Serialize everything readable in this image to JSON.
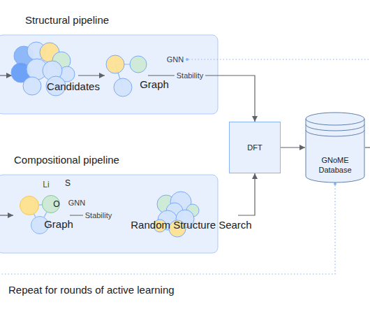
{
  "diagram": {
    "nodes": [
      {
        "text": [
          "Structural pipeline"
        ]
      },
      {
        "text": [
          "Candidates"
        ],
        "in": 0
      },
      {
        "text": [
          "Graph"
        ],
        "in": 0
      },
      {
        "text": [
          "Compositional pipeline"
        ]
      },
      {
        "text": [
          "Graph"
        ],
        "in": 3
      },
      {
        "text": [
          "Li"
        ],
        "in": 4
      },
      {
        "text": [
          "S"
        ],
        "in": 4
      },
      {
        "text": [
          "O"
        ],
        "in": 4
      },
      {
        "text": [
          "Random Structure Search"
        ],
        "in": 3
      },
      {
        "text": [
          "DFT"
        ]
      },
      {
        "text": [
          "GNoME Database"
        ]
      }
    ],
    "edges": [
      {
        "from": 1,
        "to": 2,
        "arrow": "to"
      },
      {
        "from": 2,
        "to": 9,
        "label": "Stability",
        "arrow": "to"
      },
      {
        "from": 4,
        "to": 8,
        "label": "Stability",
        "arrow": "to"
      },
      {
        "from": 8,
        "to": 9,
        "arrow": "to"
      },
      {
        "from": 9,
        "to": 10,
        "arrow": "to"
      },
      {
        "from": 5,
        "to": 6,
        "arrow": "none"
      },
      {
        "from": 5,
        "to": 7,
        "arrow": "none"
      },
      {
        "from": 6,
        "to": 7,
        "arrow": "none"
      }
    ],
    "labels": [
      "GNN",
      "GNN",
      "Repeat for rounds of active learning"
    ]
  }
}
